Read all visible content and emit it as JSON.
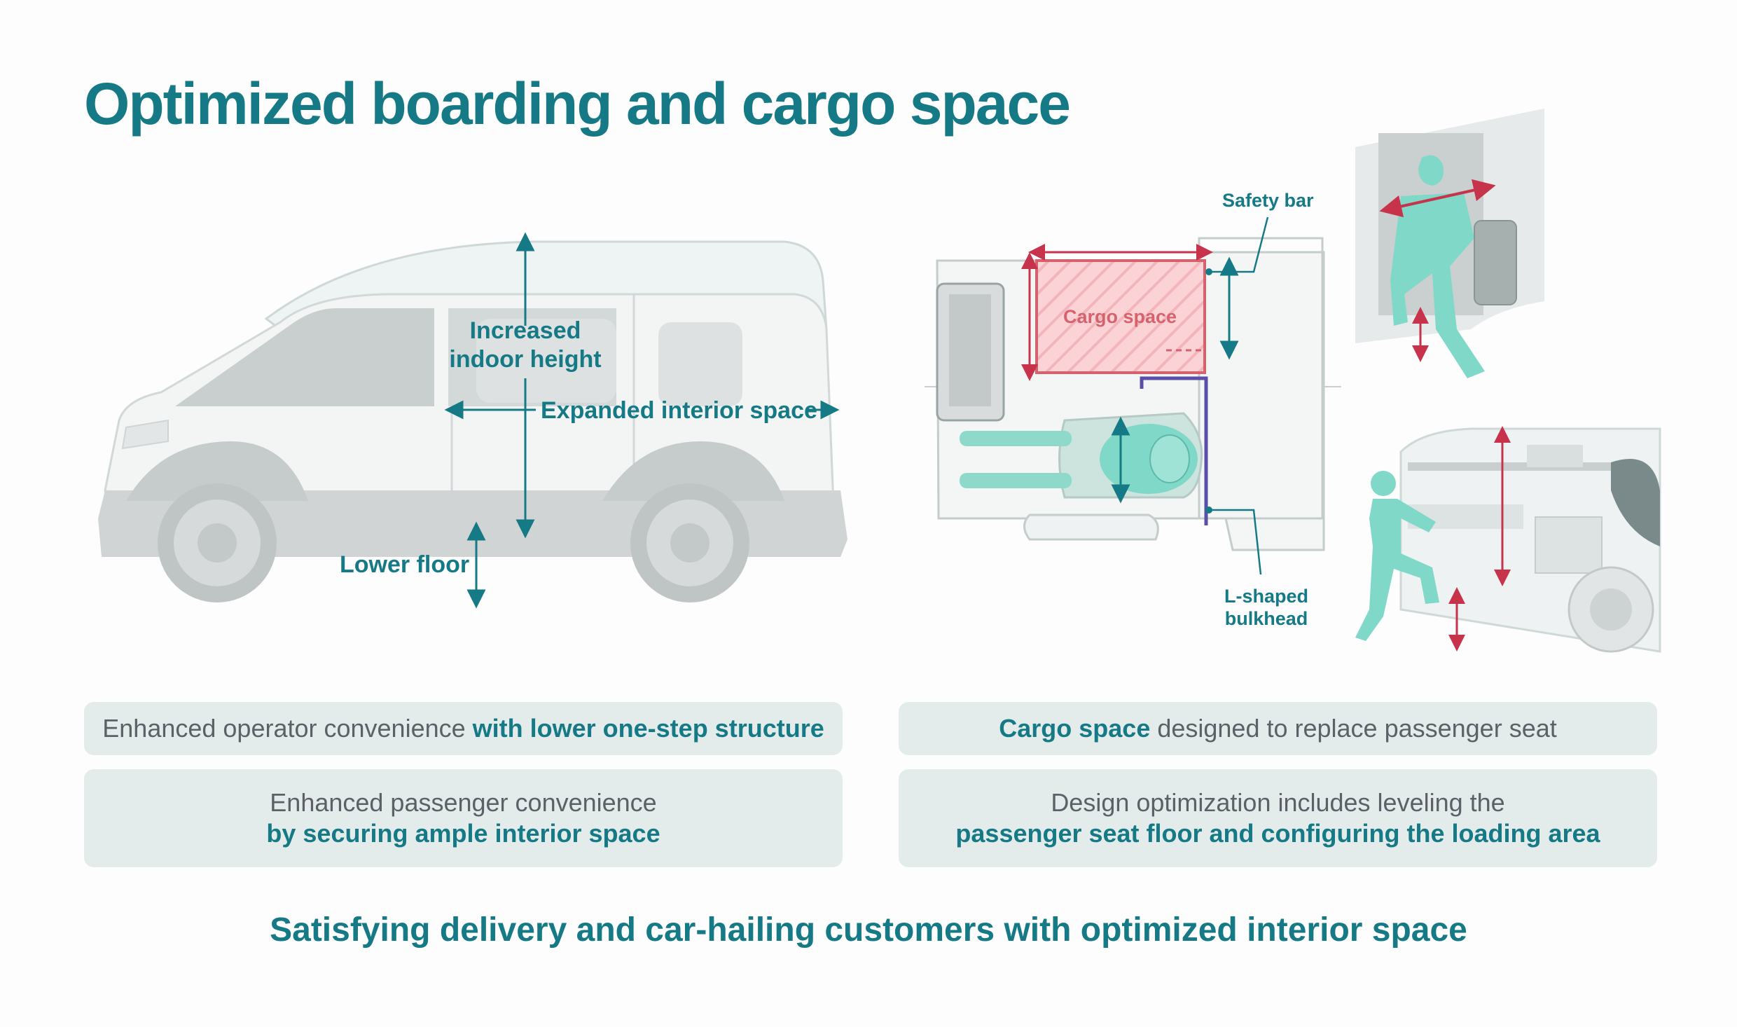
{
  "title": "Optimized boarding and cargo space",
  "van_labels": {
    "indoor_height_line1": "Increased",
    "indoor_height_line2": "indoor height",
    "interior_space": "Expanded interior space",
    "lower_floor": "Lower floor"
  },
  "plan_labels": {
    "safety_bar": "Safety bar",
    "cargo_space": "Cargo space",
    "bulkhead_line1": "L-shaped",
    "bulkhead_line2": "bulkhead"
  },
  "cards": {
    "card1": {
      "text": "Enhanced operator convenience ",
      "highlight": "with lower one-step structure"
    },
    "card2": {
      "highlight": "Cargo space",
      "text": " designed to replace passenger seat"
    },
    "card3": {
      "text": "Enhanced passenger convenience",
      "highlight": "by securing ample interior space"
    },
    "card4": {
      "text": "Design optimization includes leveling the",
      "highlight": "passenger seat floor and configuring the loading area"
    }
  },
  "footer": "Satisfying delivery and car-hailing customers with optimized interior space",
  "colors": {
    "teal": "#157a85",
    "cargo_red": "#d6626e",
    "arrow_red": "#c8334c",
    "figure_teal": "#7fd8c8",
    "card_bg": "#e4ebeb"
  }
}
